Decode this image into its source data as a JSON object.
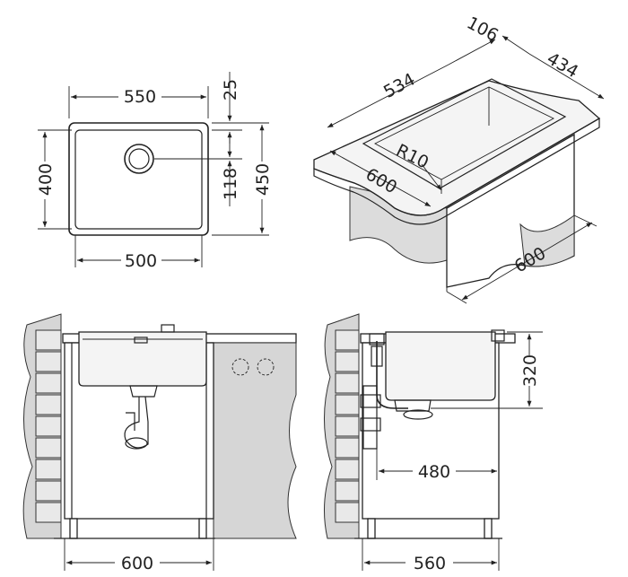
{
  "top_view": {
    "outer_width": "550",
    "inner_width": "500",
    "outer_depth": "450",
    "inner_depth": "400",
    "back_offset": "25",
    "drain_offset": "118"
  },
  "iso_view": {
    "rim": "106",
    "bowl_length": "534",
    "bowl_depth": "434",
    "cabinet_width": "600",
    "cabinet_depth": "600",
    "corner_radius": "R10"
  },
  "front_section": {
    "cabinet_width": "600"
  },
  "side_section": {
    "bowl_height": "320",
    "drain_distance": "480",
    "cabinet_depth": "560"
  },
  "colors": {
    "line": "#222222",
    "wall_fill": "#d6d6d6",
    "brick_fill": "#e9e9e9"
  }
}
